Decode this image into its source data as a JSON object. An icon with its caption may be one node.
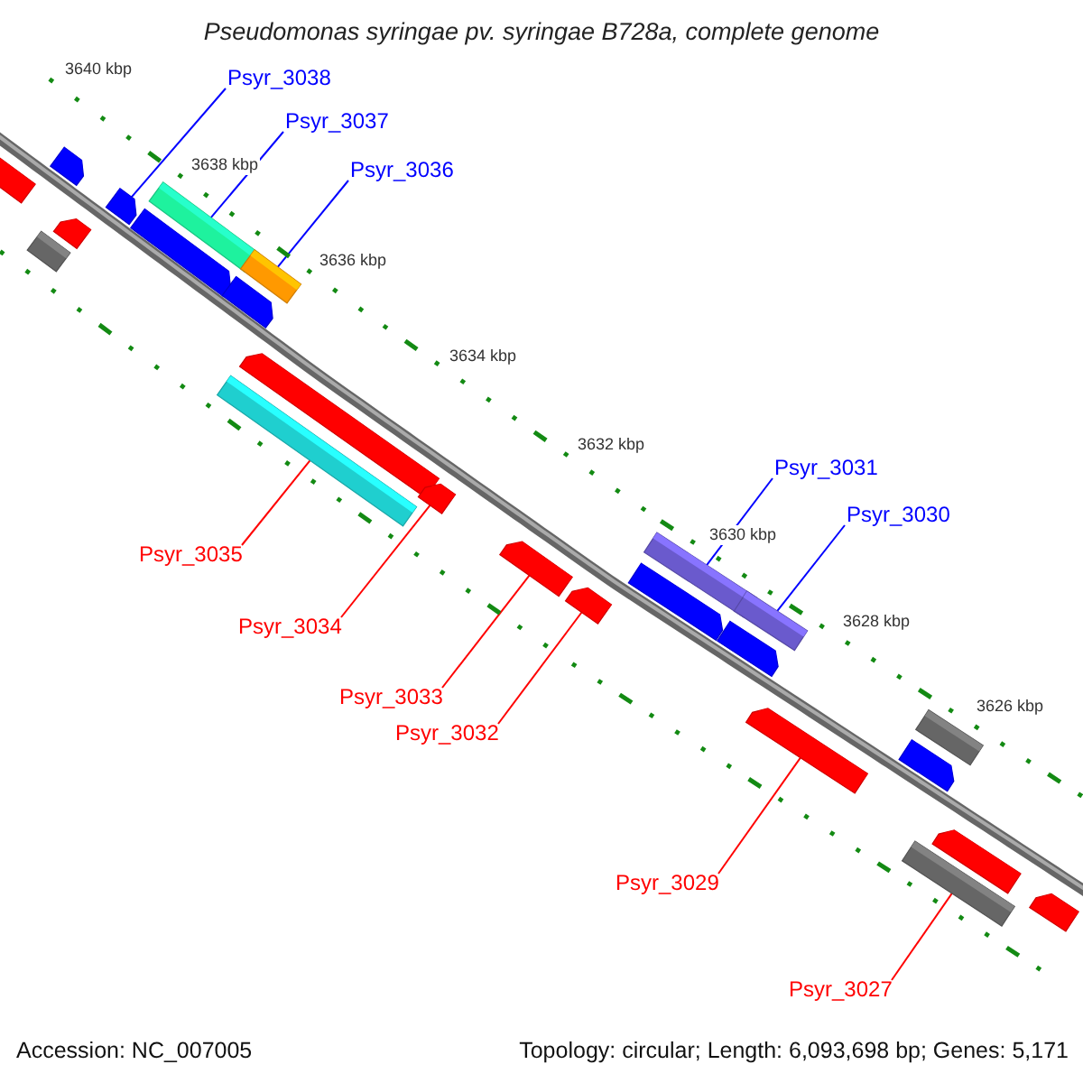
{
  "diagram": {
    "title": "Pseudomonas syringae pv. syringae B728a, complete genome",
    "nodes": [
      {
        "text": [
          "Psyr_3038"
        ]
      },
      {
        "text": [
          "Psyr_3037"
        ]
      },
      {
        "text": [
          "Psyr_3036"
        ]
      },
      {
        "text": [
          "Psyr_3035"
        ]
      },
      {
        "text": [
          "Psyr_3034"
        ]
      },
      {
        "text": [
          "Psyr_3033"
        ]
      },
      {
        "text": [
          "Psyr_3032"
        ]
      },
      {
        "text": [
          "Psyr_3031"
        ]
      },
      {
        "text": [
          "Psyr_3030"
        ]
      },
      {
        "text": [
          "Psyr_3029"
        ]
      },
      {
        "text": [
          "Psyr_3027"
        ]
      },
      {
        "text": [],
        "shape": "arrow"
      },
      {
        "text": [],
        "shape": "arrow"
      },
      {
        "text": [],
        "shape": "arrow"
      },
      {
        "text": [],
        "shape": "bar"
      },
      {
        "text": [],
        "shape": "arrow"
      },
      {
        "text": [],
        "shape": "bar"
      },
      {
        "text": [],
        "shape": "arrow"
      },
      {
        "text": [],
        "shape": "bar"
      },
      {
        "text": [],
        "shape": "arrow"
      },
      {
        "text": [],
        "shape": "arrow"
      },
      {
        "text": [],
        "shape": "bar"
      },
      {
        "text": [],
        "shape": "arrow"
      },
      {
        "text": [],
        "shape": "arrow"
      },
      {
        "text": [],
        "shape": "arrow"
      },
      {
        "text": [],
        "shape": "bar"
      },
      {
        "text": [],
        "shape": "arrow"
      },
      {
        "text": [],
        "shape": "bar"
      },
      {
        "text": [],
        "shape": "arrow"
      },
      {
        "text": [],
        "shape": "arrow"
      },
      {
        "text": [],
        "shape": "bar"
      },
      {
        "text": [],
        "shape": "arrow"
      },
      {
        "text": [],
        "shape": "arrow"
      },
      {
        "text": [],
        "shape": "bar"
      },
      {
        "text": [],
        "shape": "arrow"
      }
    ],
    "edges": [
      {
        "from": 0,
        "to": 15,
        "arrow": "none",
        "color": "#0000ff"
      },
      {
        "from": 1,
        "to": 16,
        "arrow": "none",
        "color": "#0000ff"
      },
      {
        "from": 2,
        "to": 18,
        "arrow": "none",
        "color": "#0000ff"
      },
      {
        "from": 3,
        "to": 21,
        "arrow": "none"
      },
      {
        "from": 4,
        "to": 22,
        "arrow": "none"
      },
      {
        "from": 5,
        "to": 23,
        "arrow": "none"
      },
      {
        "from": 6,
        "to": 24,
        "arrow": "none"
      },
      {
        "from": 7,
        "to": 25,
        "arrow": "none",
        "color": "#0000ff"
      },
      {
        "from": 8,
        "to": 27,
        "arrow": "none",
        "color": "#0000ff"
      },
      {
        "from": 9,
        "to": 29,
        "arrow": "none"
      },
      {
        "from": 10,
        "to": 33,
        "arrow": "none"
      }
    ],
    "labels": [
      "3640 kbp",
      "3638 kbp",
      "3636 kbp",
      "3634 kbp",
      "3632 kbp",
      "3630 kbp",
      "3628 kbp",
      "3626 kbp",
      "Accession: NC_007005",
      "Topology: circular; Length: 6,093,698 bp; Genes: 5,171"
    ]
  }
}
